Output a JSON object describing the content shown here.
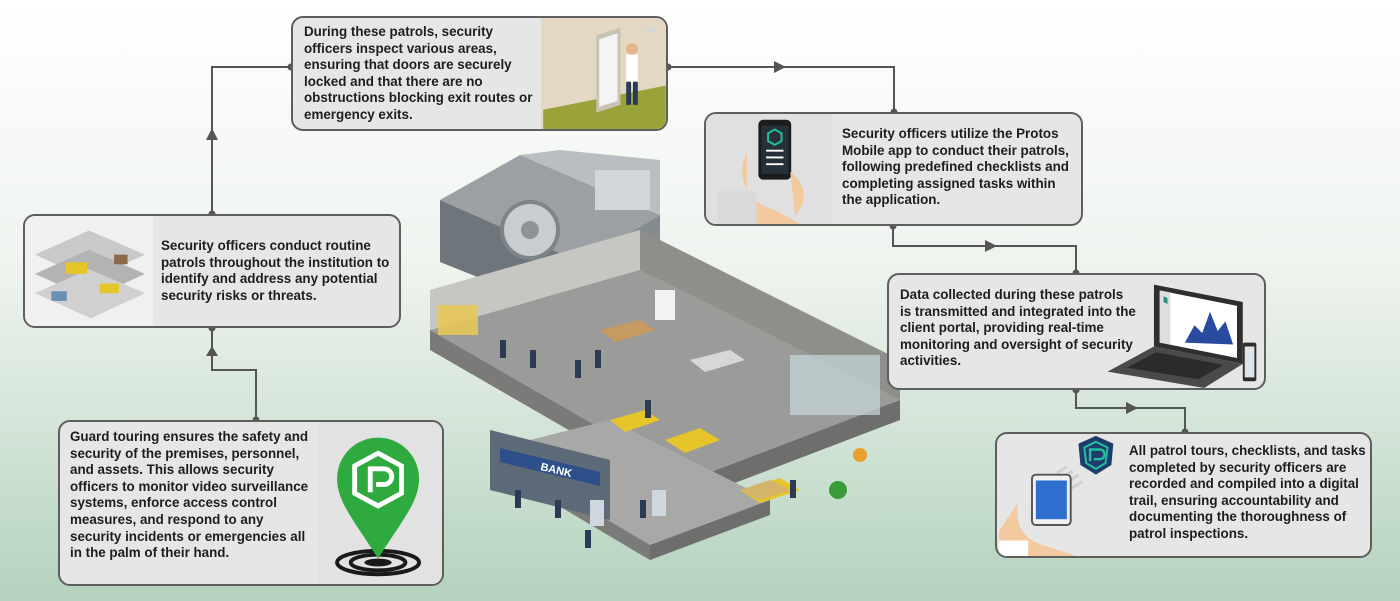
{
  "steps": [
    {
      "id": "guard-touring",
      "text": "Guard touring ensures the safety and security of the premises, personnel, and assets. This allows security officers to monitor video surveillance systems, enforce access control measures, and respond to any security incidents or emergencies all in the palm of their hand."
    },
    {
      "id": "routine-patrols",
      "text": "Security officers conduct routine patrols throughout the institution to identify and address any potential security risks or threats."
    },
    {
      "id": "inspect-areas",
      "text": "During these patrols, security officers inspect various areas, ensuring that doors are securely locked and that there are no obstructions blocking exit routes or emergency exits."
    },
    {
      "id": "protos-app",
      "text": "Security officers utilize the Protos Mobile app to conduct their patrols, following predefined checklists and completing assigned tasks within the application."
    },
    {
      "id": "client-portal",
      "text": "Data collected during these patrols is transmitted and integrated into the client portal, providing real-time monitoring and oversight of security activities."
    },
    {
      "id": "digital-trail",
      "text": "All patrol tours, checklists, and tasks completed by security officers are recorded and compiled into a digital trail, ensuring accountability and documenting the thoroughness of patrol inspections."
    }
  ],
  "building": {
    "sign": "BANK"
  },
  "icons": {
    "location-pin": "location-pin-icon",
    "door": "door-inspection-icon",
    "phone": "phone-checklist-icon",
    "laptop": "laptop-dashboard-icon",
    "shield": "shield-logo-icon"
  },
  "colors": {
    "card_bg": "#e6e6e6",
    "card_border": "#5e5e5e",
    "connector": "#555555",
    "pin_green": "#2eaa3e",
    "brand_teal": "#1f8f7a"
  }
}
